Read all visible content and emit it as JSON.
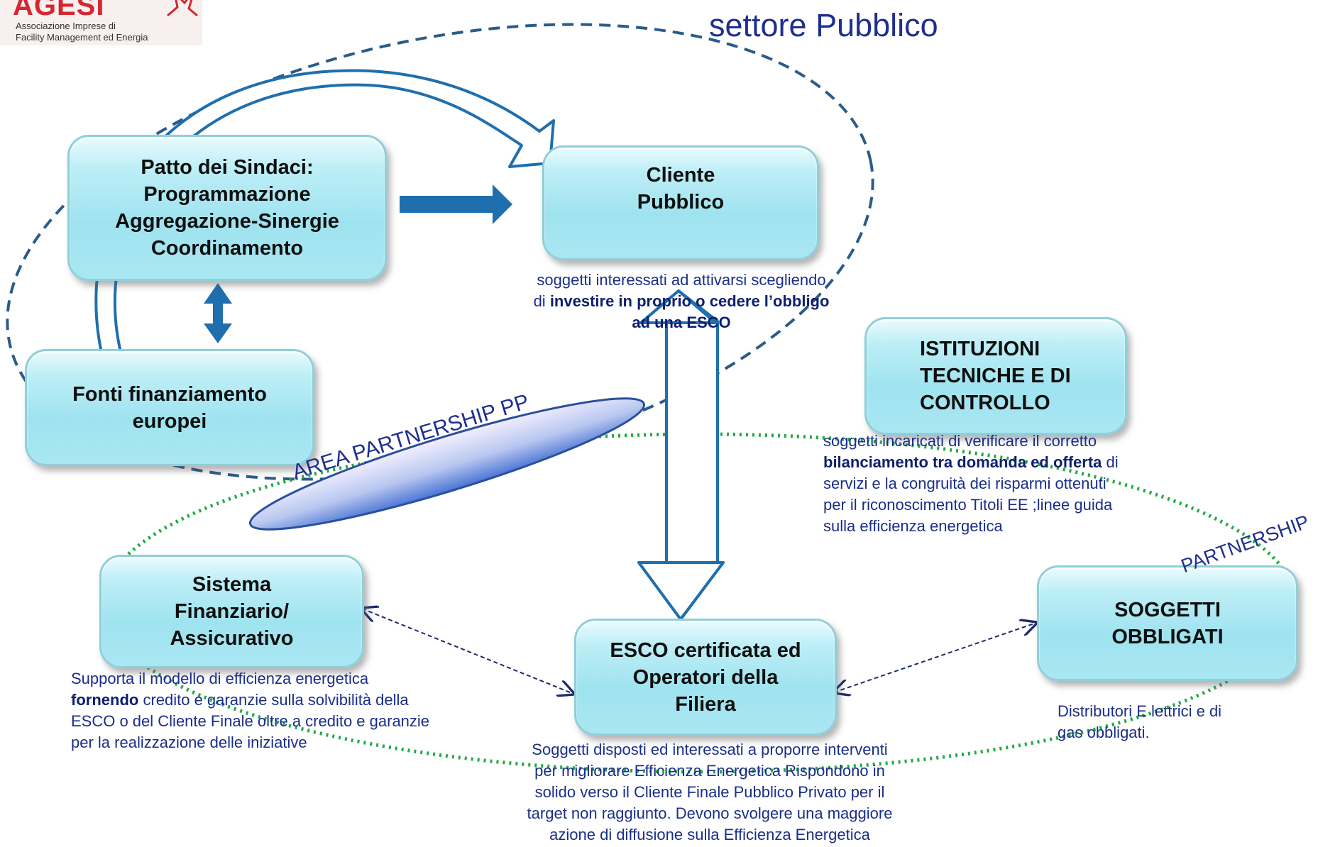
{
  "header": {
    "title": "settore Pubblico",
    "logo": {
      "wordmark": "AGESI",
      "line1": "Associazione Imprese di",
      "line2": "Facility Management ed Energia"
    }
  },
  "boxes": {
    "patto": [
      "Patto dei Sindaci:",
      "Programmazione",
      "Aggregazione-Sinergie",
      "Coordinamento"
    ],
    "fonti": [
      "Fonti finanziamento",
      "europei"
    ],
    "cliente": [
      "Cliente",
      "Pubblico"
    ],
    "istituzioni": [
      "ISTITUZIONI",
      "TECNICHE E DI",
      "CONTROLLO"
    ],
    "sistema": [
      "Sistema",
      "Finanziario/",
      "Assicurativo"
    ],
    "esco": [
      "ESCO certificata ed",
      "Operatori della",
      "Filiera"
    ],
    "soggetti": [
      "SOGGETTI",
      "OBBLIGATI"
    ]
  },
  "descriptions": {
    "cliente": {
      "line1": "soggetti interessati ad attivarsi scegliendo",
      "line2_pre": "di ",
      "line2_bold": "investire in proprio o cedere l’obbligo",
      "line3_bold": "ad una ESCO"
    },
    "istituzioni": {
      "line1": "soggetti incaricati di verificare  il corretto",
      "line2_bold": "bilanciamento tra domanda ed offerta",
      "line2_post": " di",
      "line3": "servizi e la congruità dei risparmi ottenuti",
      "line4": "per il riconoscimento Titoli EE ;linee guida",
      "line5": "sulla efficienza energetica"
    },
    "sistema": {
      "line1": "Supporta il modello di efficienza energetica",
      "line2_bold": "fornendo",
      "line2_post": " credito e garanzie sulla solvibilità della",
      "line3": "ESCO  o del Cliente Finale oltre a credito e garanzie",
      "line4": "per la realizzazione delle iniziative"
    },
    "soggetti": {
      "line1": "Distributori E lettrici e di",
      "line2": "gas obbligati."
    },
    "esco": {
      "line1": "Soggetti disposti ed interessati a proporre interventi",
      "line2": "per migliorare Efficienza Energetica Rispondono in",
      "line3": "solido verso  il Cliente Finale  Pubblico Privato per il",
      "line4": "target non raggiunto. Devono svolgere una maggiore",
      "line5": "azione  di diffusione sulla  Efficienza Energetica"
    }
  },
  "labels": {
    "area_partnership": "AREA PARTNERSHIP PP",
    "partnership": "PARTNERSHIP"
  },
  "colors": {
    "title_blue": "#1f2f8f",
    "arrow_blue": "#1f6fae",
    "dashed_ellipse": "#2a5c8a",
    "dotted_ellipse": "#22aa44",
    "logo_red": "#d6262f"
  }
}
